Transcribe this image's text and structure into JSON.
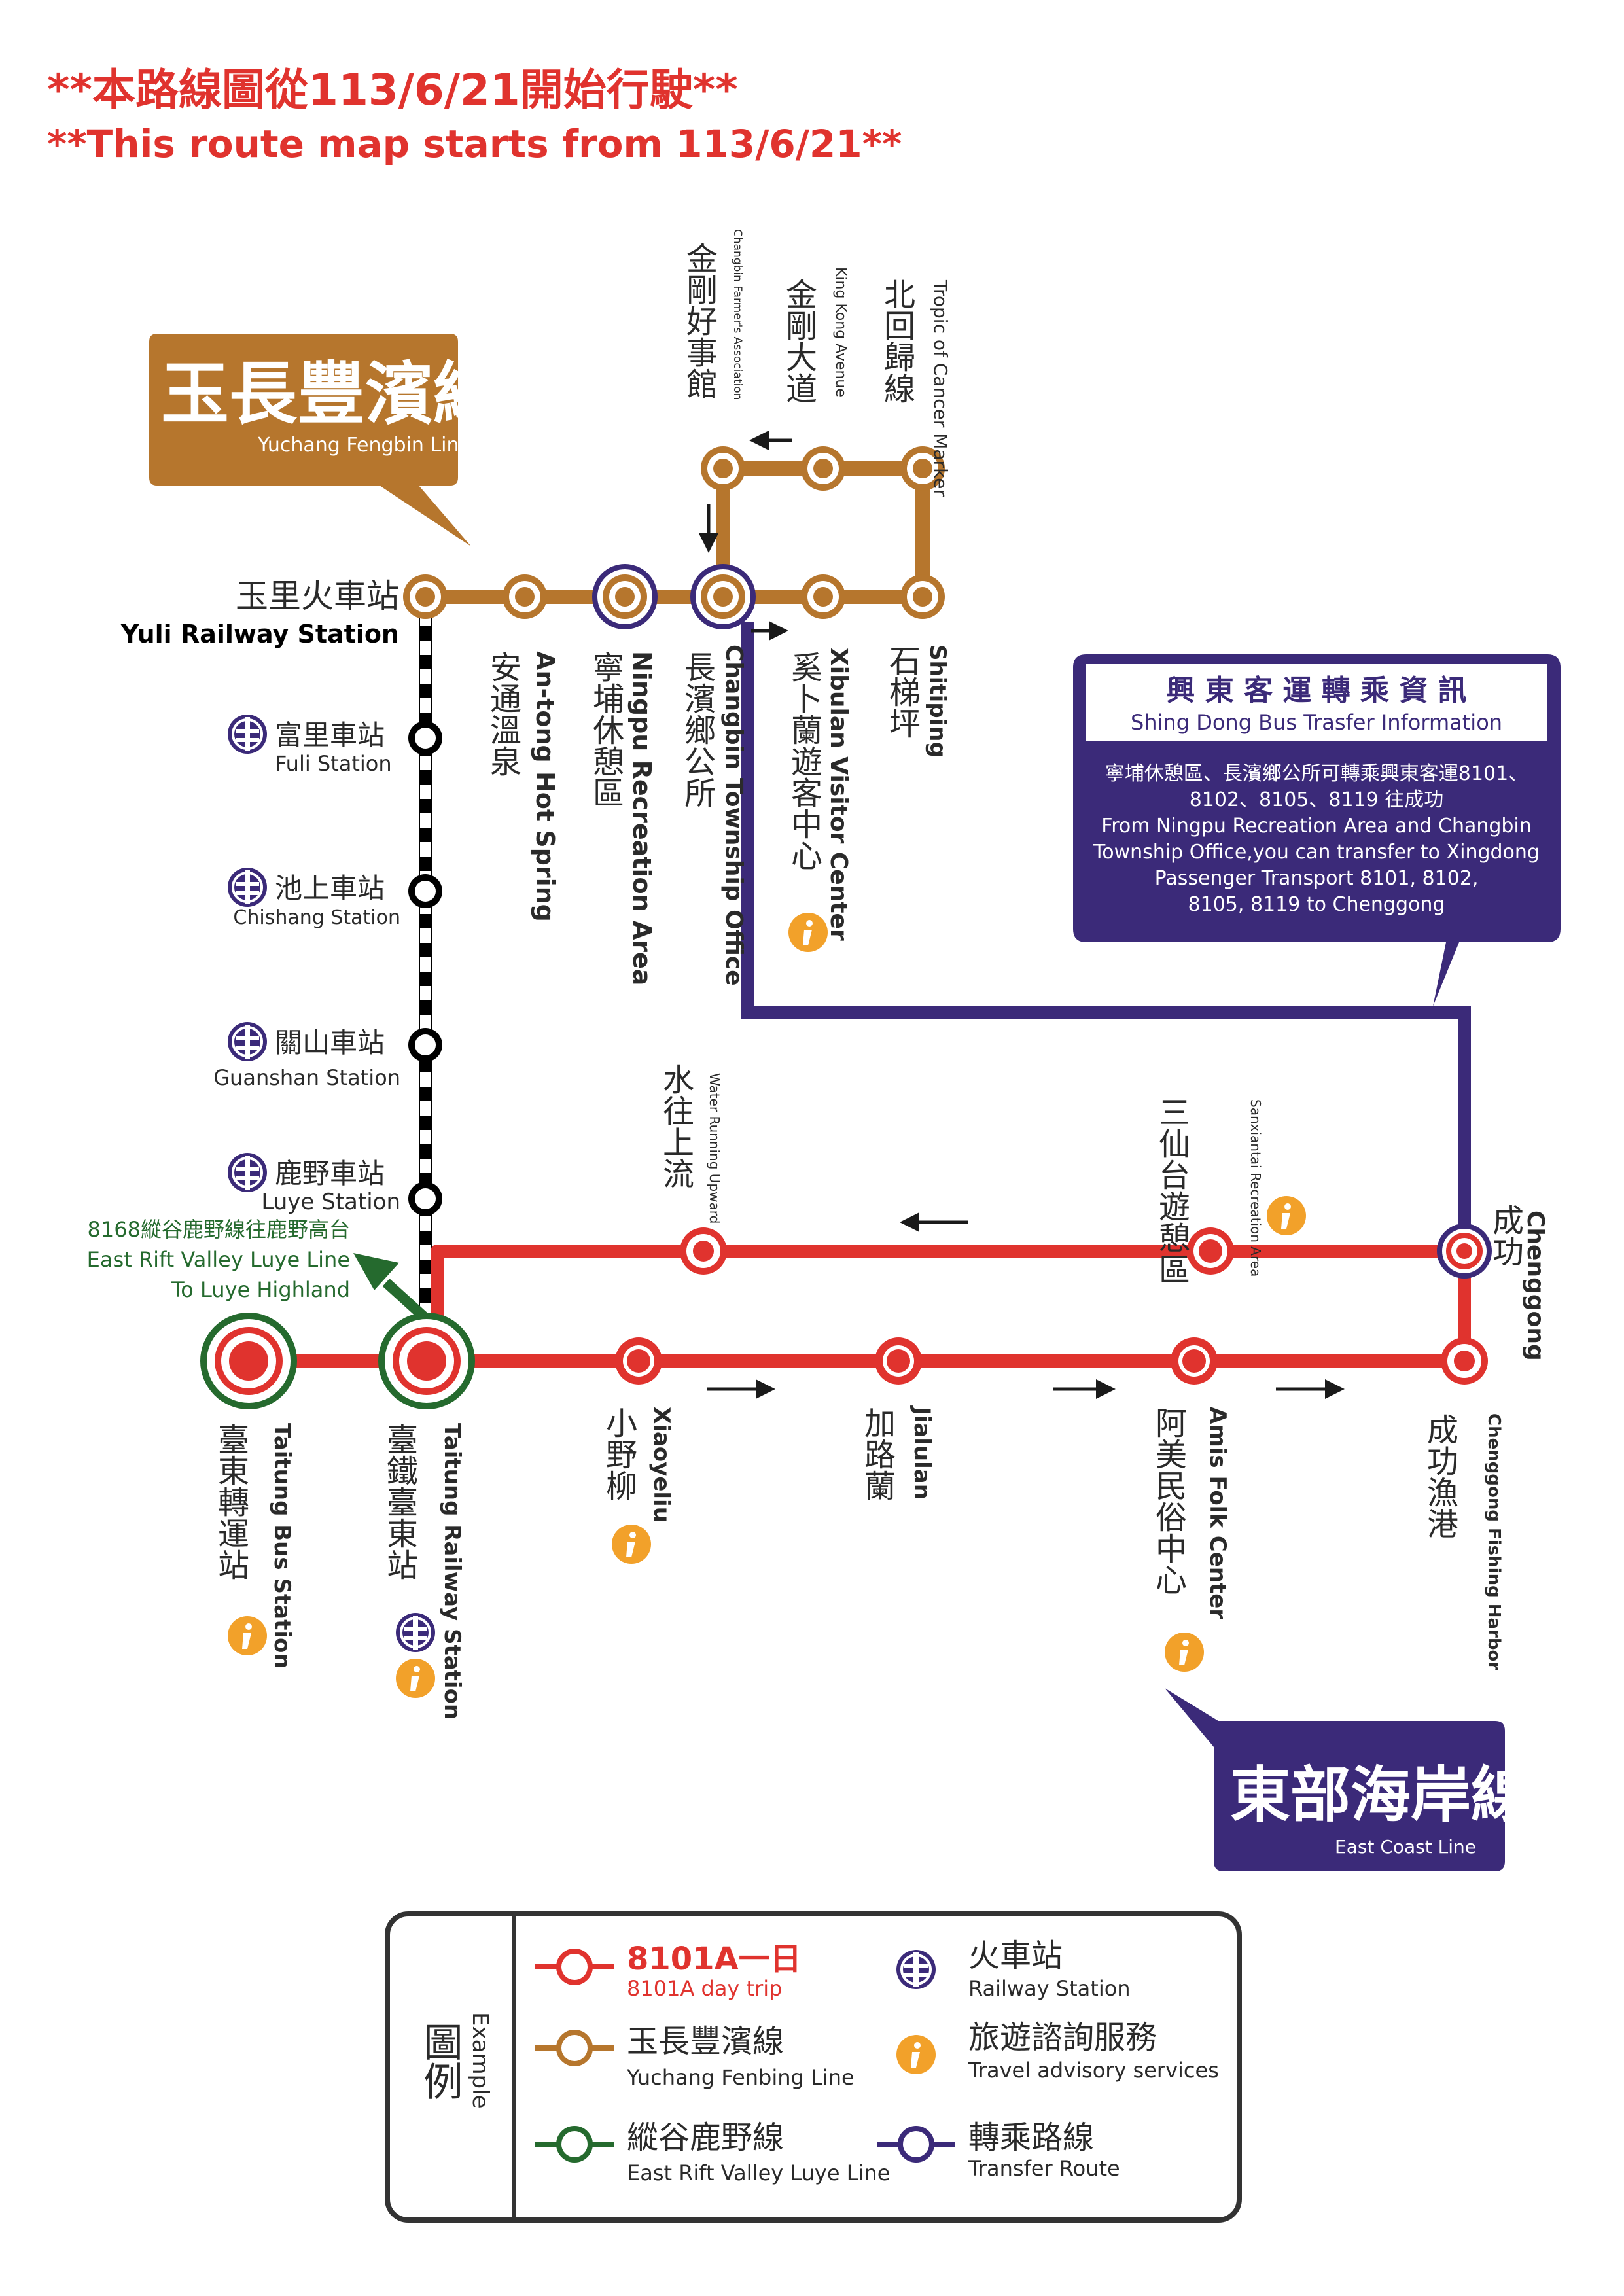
{
  "notice": {
    "zh": "**本路線圖從113/6/21開始行駛**",
    "en": "**This route map starts from 113/6/21**"
  },
  "colors": {
    "red": "#e0332e",
    "brown": "#b6762d",
    "green": "#256a2e",
    "purple": "#3b2a79",
    "info": "#f2a12a",
    "text": "#2a2a2a"
  },
  "yuchang_badge": {
    "zh": "玉長豐濱線",
    "en": "Yuchang Fengbin Line"
  },
  "east_coast_badge": {
    "zh": "東部海岸線",
    "en": "East Coast Line"
  },
  "transfer_info": {
    "title_zh": "興 東 客 運 轉 乘 資 訊",
    "title_en": "Shing Dong Bus Trasfer Information",
    "lines": [
      "寧埔休憩區、長濱鄉公所可轉乘興東客運8101、",
      "8102、8105、8119 往成功",
      "From Ningpu Recreation Area and Changbin",
      "Township Office,you can transfer to Xingdong",
      "Passenger Transport 8101, 8102,",
      "8105, 8119 to Chenggong"
    ]
  },
  "green_note": {
    "lines": [
      "8168縱谷鹿野線往鹿野高台",
      "East Rift Valley Luye Line",
      "To Luye Highland"
    ]
  },
  "stations": {
    "yuli": {
      "zh": "玉里火車站",
      "en": "Yuli Railway Station"
    },
    "fuli": {
      "zh": "富里車站",
      "en": "Fuli Station"
    },
    "chishang": {
      "zh": "池上車站",
      "en": "Chishang Station"
    },
    "guanshan": {
      "zh": "關山車站",
      "en": "Guanshan Station"
    },
    "luye": {
      "zh": "鹿野車站",
      "en": "Luye Station"
    },
    "antong": {
      "zh": "安通溫泉",
      "en": "An-tong Hot Spring"
    },
    "ningpu": {
      "zh": "寧埔休憩區",
      "en": "Ningpu Recreation Area"
    },
    "changbin_office": {
      "zh": "長濱鄉公所",
      "en": "Changbin Township Office"
    },
    "xibulan": {
      "zh": "奚卜蘭遊客中心",
      "en": "Xibulan Visitor Center"
    },
    "shitiping": {
      "zh": "石梯坪",
      "en": "Shitiping"
    },
    "jingang_haoshi": {
      "zh": "金剛好事館",
      "en": "Changbin Farmer's Association"
    },
    "jingang_avenue": {
      "zh": "金剛大道",
      "en": "King Kong Avenue"
    },
    "tropic": {
      "zh": "北回歸線",
      "en": "Tropic of Cancer Marker"
    },
    "shuiwang": {
      "zh": "水往上流",
      "en": "Water Running Upward"
    },
    "sanxiantai": {
      "zh": "三仙台遊憩區",
      "en": "Sanxiantai Recreation Area"
    },
    "chenggong": {
      "zh": "成功",
      "en": "Chenggong"
    },
    "chenggong_harbor": {
      "zh": "成功漁港",
      "en": "Chenggong Fishing Harbor"
    },
    "taitung_bus": {
      "zh": "臺東轉運站",
      "en": "Taitung Bus Station"
    },
    "taitung_rail": {
      "zh": "臺鐵臺東站",
      "en": "Taitung Railway Station"
    },
    "xiaoyeliu": {
      "zh": "小野柳",
      "en": "Xiaoyeliu"
    },
    "jialulan": {
      "zh": "加路蘭",
      "en": "Jialulan"
    },
    "amis": {
      "zh": "阿美民俗中心",
      "en": "Amis Folk Center"
    }
  },
  "legend": {
    "title_zh": "圖例",
    "title_en": "Example",
    "items": [
      {
        "zh": "8101A一日",
        "en": "8101A day trip"
      },
      {
        "zh": "玉長豐濱線",
        "en": "Yuchang Fenbing Line"
      },
      {
        "zh": "縱谷鹿野線",
        "en": "East Rift Valley Luye Line"
      },
      {
        "zh": "火車站",
        "en": "Railway Station"
      },
      {
        "zh": "旅遊諮詢服務",
        "en": "Travel advisory services"
      },
      {
        "zh": "轉乘路線",
        "en": "Transfer Route"
      }
    ]
  }
}
